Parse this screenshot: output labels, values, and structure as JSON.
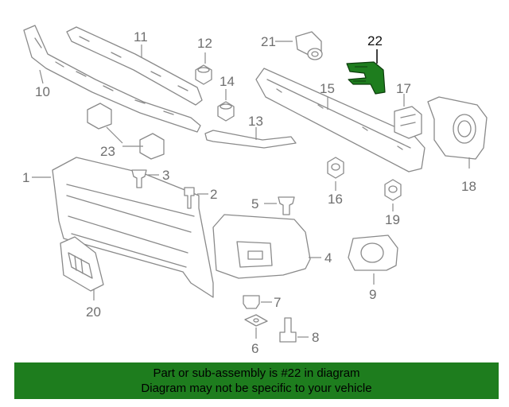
{
  "callouts": {
    "c1": "1",
    "c2": "2",
    "c3": "3",
    "c4": "4",
    "c5": "5",
    "c6": "6",
    "c7": "7",
    "c8": "8",
    "c9": "9",
    "c10": "10",
    "c11": "11",
    "c12": "12",
    "c13": "13",
    "c14": "14",
    "c15": "15",
    "c16": "16",
    "c17": "17",
    "c18": "18",
    "c19": "19",
    "c20": "20",
    "c21": "21",
    "c22": "22",
    "c23": "23"
  },
  "highlight": {
    "color": "#1e7d1e"
  },
  "banner": {
    "line1": "Part or sub-assembly is #22 in diagram",
    "line2": "Diagram may not be specific to your vehicle",
    "color": "#1e7d1e"
  }
}
